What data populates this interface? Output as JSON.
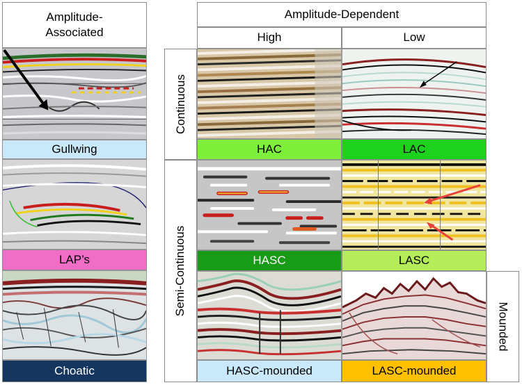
{
  "left_header": {
    "line1": "Amplitude-",
    "line2": "Associated"
  },
  "top_header": {
    "title": "Amplitude-Dependent",
    "high": "High",
    "low": "Low"
  },
  "row_labels": {
    "continuous": "Continuous",
    "semi_continuous": "Semi-Continuous",
    "mounded": "Mounded"
  },
  "captions": {
    "gullwing": "Gullwing",
    "laps": "LAP’s",
    "choatic": "Choatic",
    "hac": "HAC",
    "lac": "LAC",
    "hasc": "HASC",
    "lasc": "LASC",
    "hasc_mounded": "HASC-mounded",
    "lasc_mounded": "LASC-mounded"
  },
  "colors": {
    "gullwing": "#c9e8fa",
    "laps": "#f06ec6",
    "choatic": "#14365f",
    "hac": "#7ef03c",
    "lac": "#1cd21c",
    "hasc": "#189c18",
    "lasc": "#b4ec5a",
    "hasc_mounded": "#c9e8fa",
    "lasc_mounded": "#ffc000"
  }
}
